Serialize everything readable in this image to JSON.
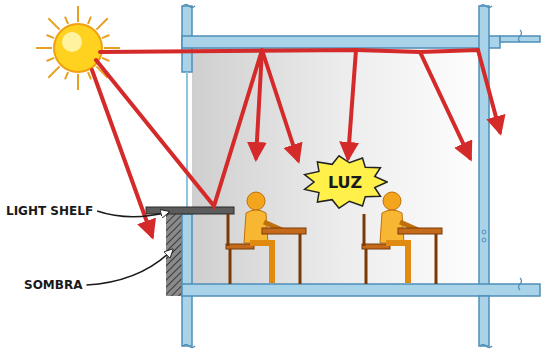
{
  "diagram": {
    "nodes": [
      {
        "text": [
          "LUZ"
        ]
      }
    ],
    "labels": [
      "LIGHT SHELF",
      "SOMBRA"
    ]
  }
}
